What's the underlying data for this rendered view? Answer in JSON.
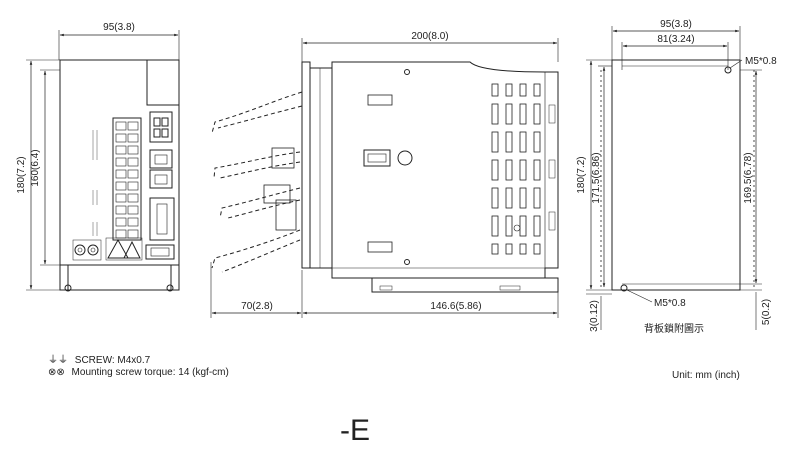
{
  "front_view": {
    "width_dim": "95(3.8)",
    "height_outer_dim": "180(7.2)",
    "height_inner_dim": "160(6.4)"
  },
  "side_view": {
    "depth_dim": "200(8.0)",
    "cable_dim": "70(2.8)",
    "body_dim": "146.6(5.86)"
  },
  "back_view": {
    "width_outer_dim": "95(3.8)",
    "width_inner_dim": "81(3.24)",
    "height_outer_dim": "180(7.2)",
    "height_inner_dim": "171.5(6.86)",
    "hole_pitch_dim": "169.5(6.78)",
    "bottom_left_dim": "3(0.12)",
    "bottom_right_dim": "5(0.2)",
    "screw_top": "M5*0.8",
    "screw_bottom": "M5*0.8",
    "caption": "背板鎖附圖示"
  },
  "notes": {
    "ground_symbol": "⏚⏚",
    "screw_symbol": "⊗⊗",
    "screw": "SCREW: M4x0.7",
    "torque": "Mounting screw torque: 14 (kgf-cm)",
    "unit": "Unit: mm (inch)"
  },
  "figure_label": "-E"
}
